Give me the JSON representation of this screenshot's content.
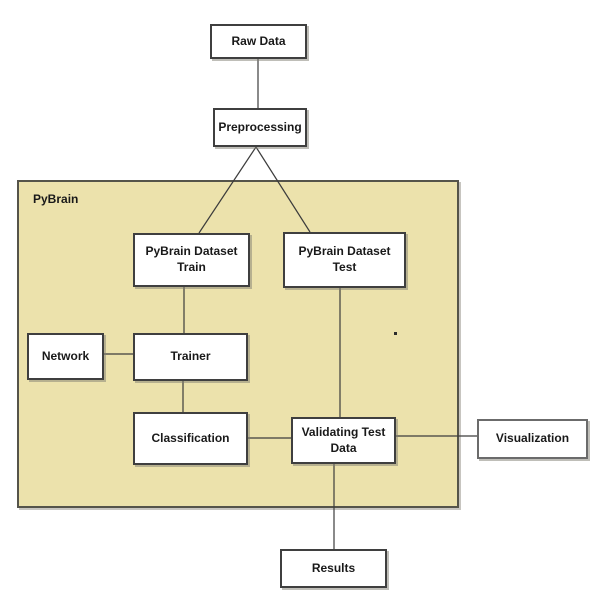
{
  "diagram": {
    "container_label": "PyBrain",
    "nodes": {
      "raw_data": {
        "label": "Raw Data"
      },
      "preprocessing": {
        "label": "Preprocessing"
      },
      "dataset_train": {
        "label": "PyBrain Dataset\nTrain"
      },
      "dataset_test": {
        "label": "PyBrain Dataset\nTest"
      },
      "network": {
        "label": "Network"
      },
      "trainer": {
        "label": "Trainer"
      },
      "classification": {
        "label": "Classification"
      },
      "validating_test_data": {
        "label": "Validating Test\nData"
      },
      "visualization": {
        "label": "Visualization"
      },
      "results": {
        "label": "Results"
      }
    },
    "edges": [
      "raw_data -> preprocessing",
      "preprocessing -> dataset_train",
      "preprocessing -> dataset_test",
      "dataset_train -> trainer",
      "network -> trainer",
      "trainer -> classification",
      "classification -> validating_test_data",
      "dataset_test -> validating_test_data",
      "validating_test_data -> visualization",
      "validating_test_data -> results"
    ],
    "colors": {
      "container_fill": "#ece2ac",
      "container_border": "#55544a",
      "box_fill": "#ffffff",
      "box_border": "#3f3f3f",
      "connector": "#3c3c3c",
      "text": "#191919",
      "background": "#ffffff"
    }
  }
}
